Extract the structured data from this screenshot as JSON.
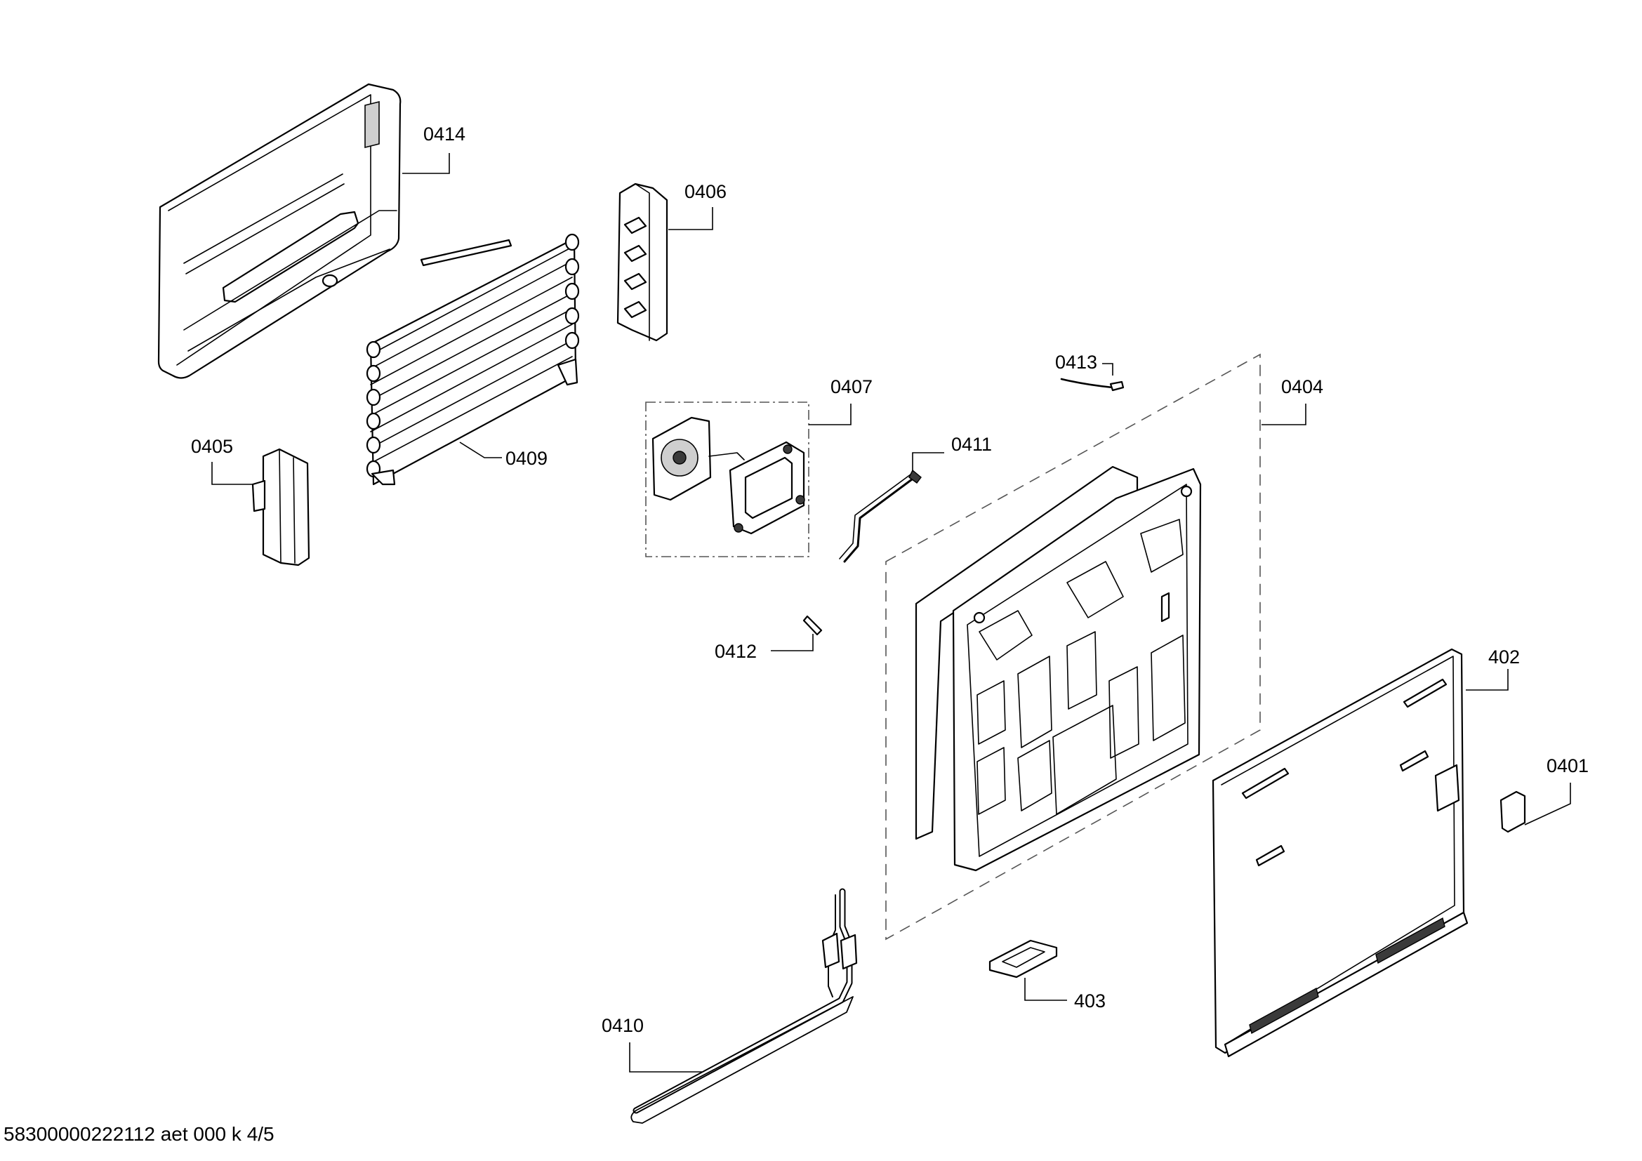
{
  "footer": {
    "text": "58300000222112 aet 000 k 4/5"
  },
  "callouts": {
    "p0414": "0414",
    "p0406": "0406",
    "p0405": "0405",
    "p0409": "0409",
    "p0407": "0407",
    "p0413": "0413",
    "p0404": "0404",
    "p0411": "0411",
    "p0412": "0412",
    "p402": "402",
    "p0401": "0401",
    "p403": "403",
    "p0410": "0410"
  }
}
